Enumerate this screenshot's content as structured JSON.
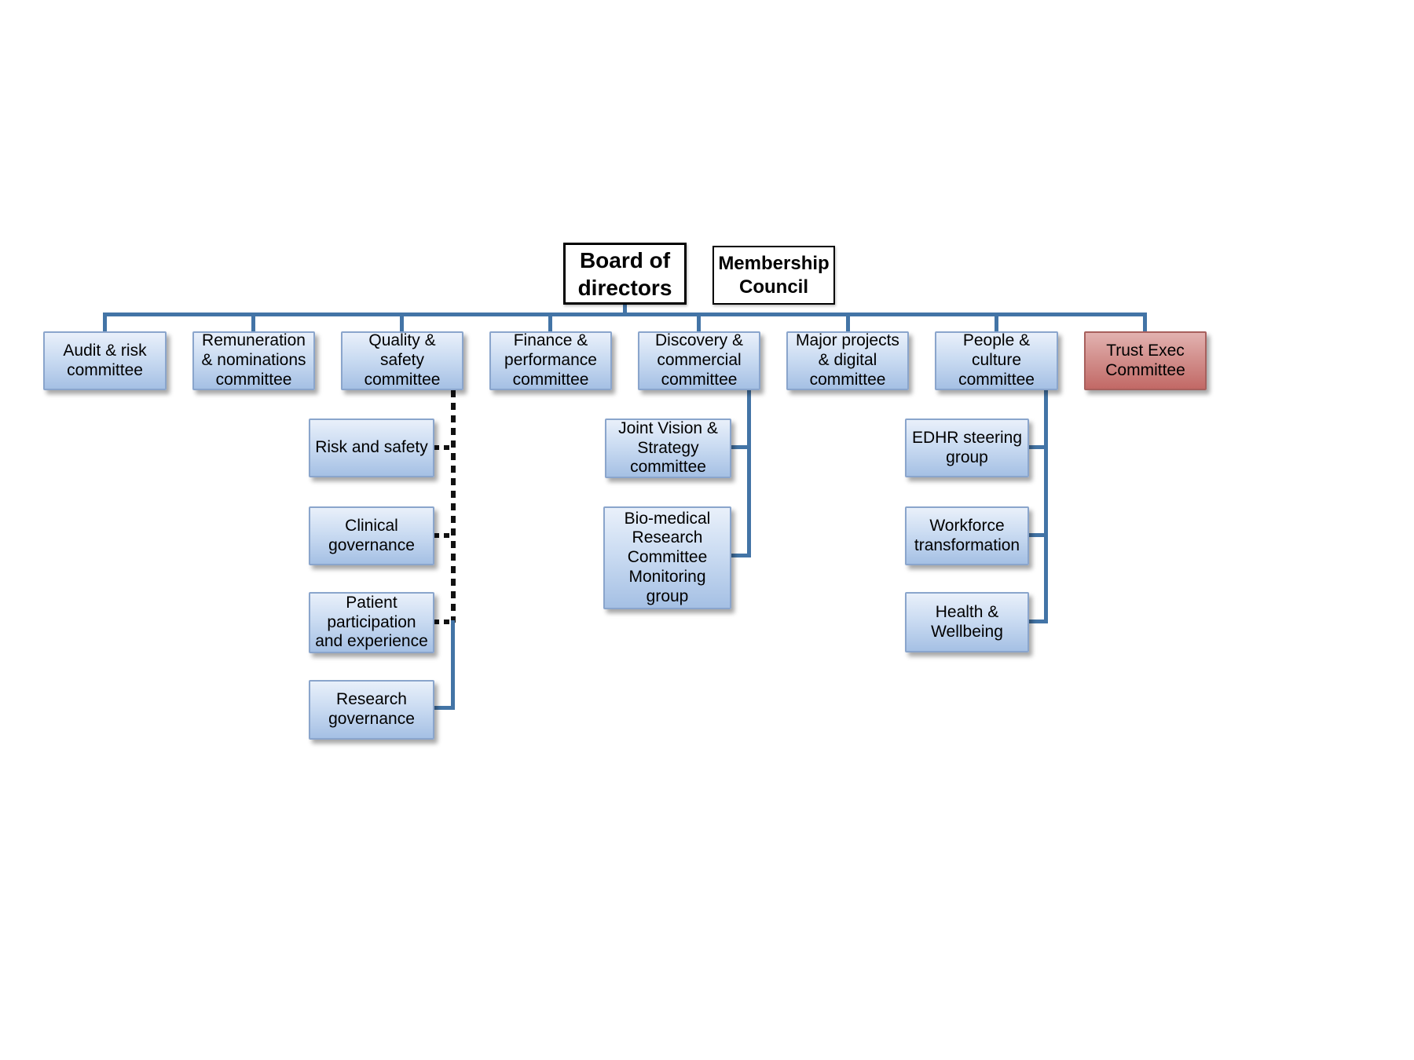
{
  "colors": {
    "connector": "#4374a6",
    "blue_box_border": "#8aa5cc",
    "red_box_border": "#a8605d"
  },
  "top_row": {
    "board": "Board of\ndirectors",
    "membership": "Membership\nCouncil"
  },
  "committees": [
    {
      "label": "Audit & risk\ncommittee"
    },
    {
      "label": "Remuneration\n& nominations\ncommittee"
    },
    {
      "label": "Quality &\nsafety\ncommittee"
    },
    {
      "label": "Finance &\nperformance\ncommittee"
    },
    {
      "label": "Discovery &\ncommercial\ncommittee"
    },
    {
      "label": "Major projects\n& digital\ncommittee"
    },
    {
      "label": "People &\nculture\ncommittee"
    },
    {
      "label": "Trust Exec\nCommittee"
    }
  ],
  "quality_safety_subgroups": [
    {
      "label": "Risk and safety"
    },
    {
      "label": "Clinical\ngovernance"
    },
    {
      "label": "Patient\nparticipation\nand experience"
    },
    {
      "label": "Research\ngovernance"
    }
  ],
  "discovery_subgroups": [
    {
      "label": "Joint Vision &\nStrategy\ncommittee"
    },
    {
      "label": "Bio-medical\nResearch\nCommittee\nMonitoring\ngroup"
    }
  ],
  "people_culture_subgroups": [
    {
      "label": "EDHR steering\ngroup"
    },
    {
      "label": "Workforce\ntransformation"
    },
    {
      "label": "Health &\nWellbeing"
    }
  ]
}
